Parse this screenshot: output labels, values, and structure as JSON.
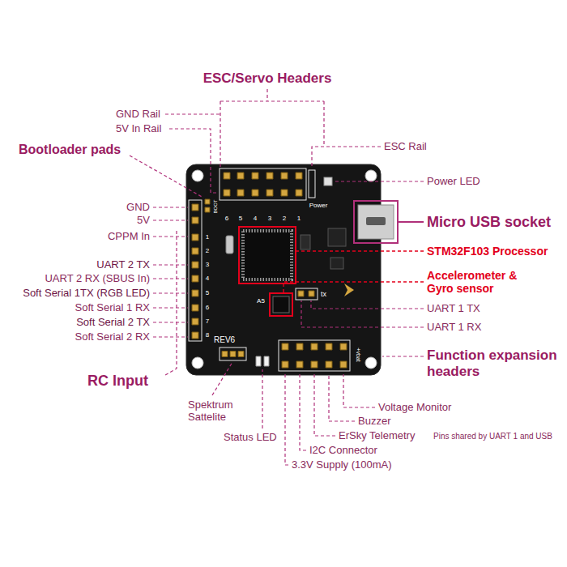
{
  "diagram": {
    "labels": [
      "ESC/Servo Headers",
      "GND Rail",
      "5V In Rail",
      "Bootloader pads",
      "ESC Rail",
      "Power LED",
      "Micro USB socket",
      "STM32F103 Processor",
      "Accelerometer & Gyro sensor",
      "UART 1 TX",
      "UART 1 RX",
      "Function expansion headers",
      "GND",
      "5V",
      "CPPM In",
      "UART 2 TX",
      "UART 2 RX (SBUS In)",
      "Soft Serial 1TX (RGB LED)",
      "Soft Serial 1 RX",
      "Soft Serial 2 TX",
      "Soft Serial 2 RX",
      "RC Input",
      "Spektrum Sattelite",
      "Status LED",
      "Voltage Monitor",
      "Buzzer",
      "ErSky Telemetry",
      "Pins shared by UART 1 and USB",
      "I2C Connector",
      "3.3V Supply (100mA)",
      "6",
      "5",
      "4",
      "3",
      "2",
      "1",
      "1",
      "2",
      "3",
      "4",
      "5",
      "6",
      "7",
      "8",
      "Power",
      "REV6",
      "A5",
      "tx",
      "+vbat",
      "BOOT"
    ]
  }
}
